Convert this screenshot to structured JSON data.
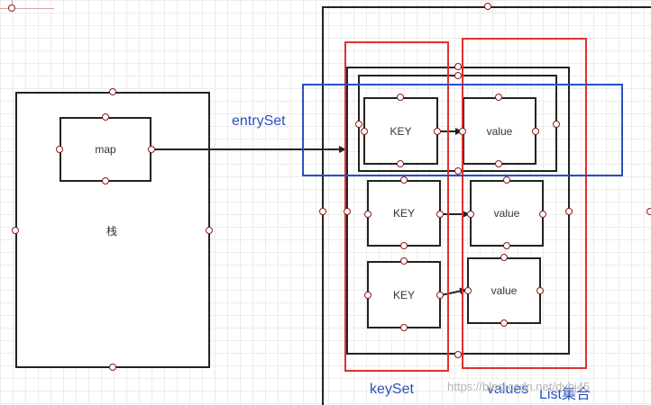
{
  "diagram": {
    "stack_label": "栈",
    "map_label": "map",
    "entry_set_label": "entrySet",
    "key_set_label": "keySet",
    "values_label": "values",
    "list_label": "List集合",
    "watermark": "https://blog.csdn.net/dvhj45",
    "keys": [
      "KEY",
      "KEY",
      "KEY"
    ],
    "values": [
      "value",
      "value",
      "value"
    ]
  },
  "colors": {
    "outline": "#222222",
    "keyset_highlight": "#e03030",
    "values_highlight": "#e03030",
    "entryset_highlight": "#2a4fc0",
    "label_blue": "#2a4fc0",
    "handle": "#8b1a1a"
  }
}
